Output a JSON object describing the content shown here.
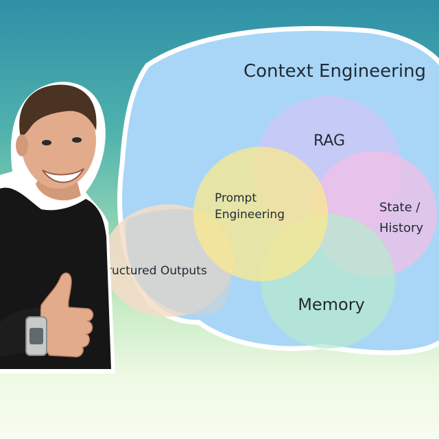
{
  "diagram": {
    "title": "Context Engineering",
    "circles": {
      "rag": "RAG",
      "prompt": [
        "Prompt",
        "Engineering"
      ],
      "state": [
        "State /",
        "History"
      ],
      "memory": "Memory",
      "structured": "ructured Outputs"
    },
    "colors": {
      "outer_blob": "#a9d6f7",
      "outer_border": "#ffffff",
      "rag": "#cfc6f5",
      "prompt": "#fbe88c",
      "state": "#f2bfe6",
      "memory": "#b8e8cf",
      "structured": "#f6dcc8"
    }
  },
  "photo": {
    "subject": "smiling man giving thumbs up",
    "shirt_color": "#161616",
    "skin_color": "#e2ac8c",
    "hair_color": "#4a3322",
    "watch_color": "#c9c9c9"
  }
}
